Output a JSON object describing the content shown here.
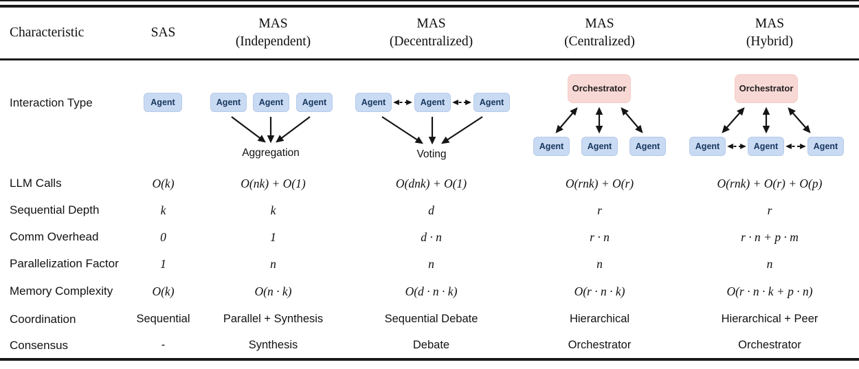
{
  "figure": {
    "header": {
      "columns": [
        {
          "title": "Characteristic",
          "subtitle": ""
        },
        {
          "title": "SAS",
          "subtitle": ""
        },
        {
          "title": "MAS",
          "subtitle": "(Independent)"
        },
        {
          "title": "MAS",
          "subtitle": "(Decentralized)"
        },
        {
          "title": "MAS",
          "subtitle": "(Centralized)"
        },
        {
          "title": "MAS",
          "subtitle": "(Hybrid)"
        }
      ]
    },
    "interaction": {
      "label": "Interaction Type",
      "agent_label": "Agent",
      "orchestrator_label": "Orchestrator",
      "independent_caption": "Aggregation",
      "decentralized_caption": "Voting"
    },
    "rows": [
      {
        "label": "LLM Calls",
        "values": [
          "O(k)",
          "O(nk) + O(1)",
          "O(dnk) + O(1)",
          "O(rnk) + O(r)",
          "O(rnk) + O(r) + O(p)"
        ]
      },
      {
        "label": "Sequential Depth",
        "values": [
          "k",
          "k",
          "d",
          "r",
          "r"
        ]
      },
      {
        "label": "Comm Overhead",
        "values": [
          "0",
          "1",
          "d · n",
          "r · n",
          "r · n + p · m"
        ]
      },
      {
        "label": "Parallelization Factor",
        "values": [
          "1",
          "n",
          "n",
          "n",
          "n"
        ]
      },
      {
        "label": "Memory Complexity",
        "values": [
          "O(k)",
          "O(n · k)",
          "O(d · n · k)",
          "O(r · n · k)",
          "O(r · n · k + p · n)"
        ]
      },
      {
        "label": "Coordination",
        "values": [
          "Sequential",
          "Parallel + Synthesis",
          "Sequential Debate",
          "Hierarchical",
          "Hierarchical + Peer"
        ]
      },
      {
        "label": "Consensus",
        "values": [
          "-",
          "Synthesis",
          "Debate",
          "Orchestrator",
          "Orchestrator"
        ]
      }
    ]
  },
  "colors": {
    "agent_fill": "#c9daf3",
    "agent_border": "#b6cbe9",
    "agent_text": "#17365d",
    "orchestrator_fill": "#f8d8d5",
    "orchestrator_border": "#f3cac6",
    "rule_color": "#1a1a1a"
  }
}
